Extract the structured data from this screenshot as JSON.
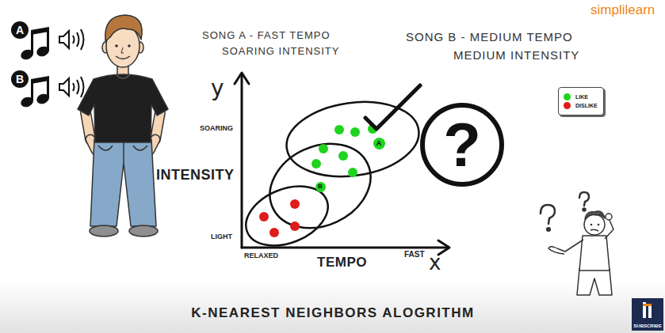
{
  "diagram": {
    "caption": "K-NEAREST NEIGHBORS ALOGRITHM",
    "nodes": [
      {
        "text": [
          "A"
        ]
      },
      {
        "text": [
          "B"
        ]
      },
      {
        "text": [
          "A"
        ]
      },
      {
        "text": [
          "B"
        ]
      },
      {
        "text": [
          "?"
        ]
      }
    ],
    "labels": [
      "SONG A - FAST TEMPO SOARING INTENSITY",
      "SONG B - MEDIUM TEMPO MEDIUM INTENSITY",
      "y",
      "INTENSITY",
      "SOARING",
      "LIGHT",
      "RELAXED",
      "TEMPO",
      "FAST",
      "x",
      "simplilearn",
      "SUBSCRIBE"
    ],
    "legend": [
      {
        "text": "LIKE",
        "color": "#1ed41e"
      },
      {
        "text": "DISLIKE",
        "color": "#e01b1b"
      }
    ]
  }
}
